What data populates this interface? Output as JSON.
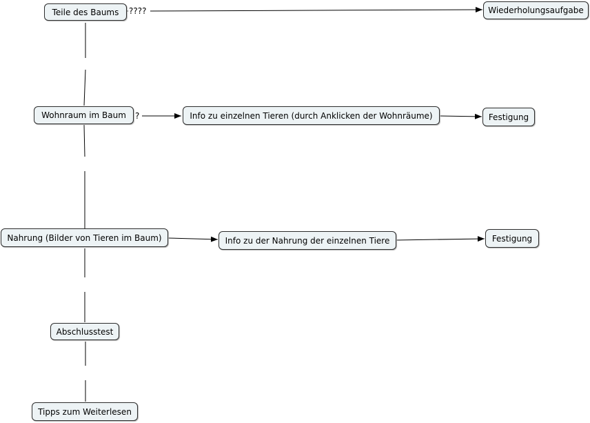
{
  "nodes": {
    "teile": "Teile des Baums",
    "wiederholung": "Wiederholungsaufgabe",
    "wohnraum": "Wohnraum im Baum",
    "info_tiere": "Info zu einzelnen Tieren (durch Anklicken der Wohnräume)",
    "festigung_1": "Festigung",
    "nahrung": "Nahrung (Bilder von Tieren im Baum)",
    "info_nahrung": "Info zu der Nahrung der einzelnen Tiere",
    "festigung_2": "Festigung",
    "abschlusstest": "Abschlusstest",
    "tipps": "Tipps zum Weiterlesen"
  },
  "link_labels": {
    "teile_to_wiederholung": "????",
    "wohnraum_to_info": "?"
  },
  "colors": {
    "node_fill": "#edf3f5",
    "node_border": "#2b2b2b",
    "line": "#000000"
  }
}
